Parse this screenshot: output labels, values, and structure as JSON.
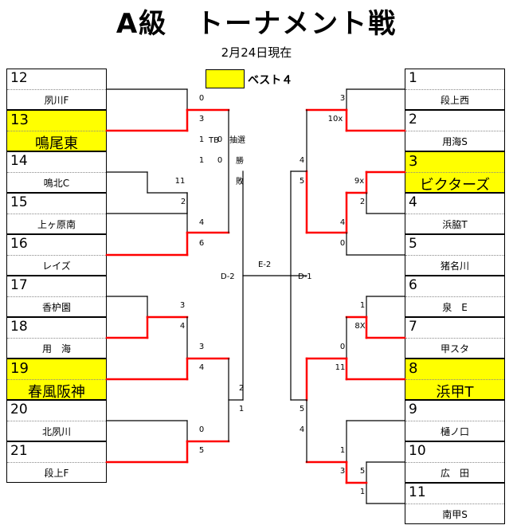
{
  "header": {
    "title": "A級　トーナメント戦",
    "date": "2月24日現在",
    "legend_label": "ベスト４",
    "colors": {
      "highlight": "#ffff00",
      "winner_line": "#ff0000",
      "line": "#000000"
    }
  },
  "teams_left": [
    {
      "seed": "12",
      "name": "夙川F",
      "best4": false
    },
    {
      "seed": "13",
      "name": "鳴尾東",
      "best4": true
    },
    {
      "seed": "14",
      "name": "鳴北C",
      "best4": false
    },
    {
      "seed": "15",
      "name": "上ヶ原南",
      "best4": false
    },
    {
      "seed": "16",
      "name": "レイズ",
      "best4": false
    },
    {
      "seed": "17",
      "name": "香枦園",
      "best4": false
    },
    {
      "seed": "18",
      "name": "用　海",
      "best4": false
    },
    {
      "seed": "19",
      "name": "春風阪神",
      "best4": true
    },
    {
      "seed": "20",
      "name": "北夙川",
      "best4": false
    },
    {
      "seed": "21",
      "name": "段上F",
      "best4": false
    }
  ],
  "teams_right": [
    {
      "seed": "1",
      "name": "段上西",
      "best4": false
    },
    {
      "seed": "2",
      "name": "用海S",
      "best4": false
    },
    {
      "seed": "3",
      "name": "ビクターズ",
      "best4": true
    },
    {
      "seed": "4",
      "name": "浜脇T",
      "best4": false
    },
    {
      "seed": "5",
      "name": "猪名川",
      "best4": false
    },
    {
      "seed": "6",
      "name": "泉　E",
      "best4": false
    },
    {
      "seed": "7",
      "name": "甲スタ",
      "best4": false
    },
    {
      "seed": "8",
      "name": "浜甲T",
      "best4": true
    },
    {
      "seed": "9",
      "name": "樋ノ口",
      "best4": false
    },
    {
      "seed": "10",
      "name": "広　田",
      "best4": false
    },
    {
      "seed": "11",
      "name": "南甲S",
      "best4": false
    }
  ],
  "scores_left": [
    "0",
    "3",
    "11",
    "2",
    "1",
    "0",
    "1",
    "0",
    "4",
    "6",
    "3",
    "4",
    "3",
    "4",
    "2",
    "1",
    "0",
    "5"
  ],
  "scores_right": [
    "3",
    "10x",
    "4",
    "5",
    "9x",
    "2",
    "4",
    "0",
    "1",
    "8X",
    "0",
    "11",
    "5",
    "4",
    "1",
    "3",
    "5",
    "1"
  ],
  "labels": {
    "tb": "TB",
    "draw": "抽選",
    "win": "勝",
    "lose": "敗",
    "d2": "D-2",
    "e2": "E-2",
    "d1": "D-1"
  }
}
